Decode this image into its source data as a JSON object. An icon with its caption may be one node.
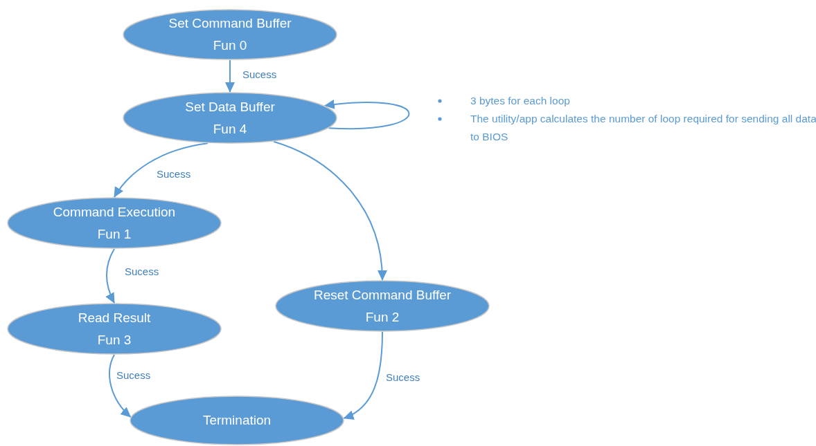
{
  "diagram": {
    "nodes": [
      {
        "text": [
          "Set Command Buffer",
          "Fun 0"
        ]
      },
      {
        "text": [
          "Set Data Buffer",
          "Fun 4"
        ]
      },
      {
        "text": [
          "Command Execution",
          "Fun 1"
        ]
      },
      {
        "text": [
          "Read Result",
          "Fun 3"
        ]
      },
      {
        "text": [
          "Reset Command Buffer",
          "Fun 2"
        ]
      },
      {
        "text": [
          "Termination"
        ]
      }
    ],
    "edges": [
      {
        "from": 0,
        "to": 1,
        "arrow": "to",
        "label": "Sucess"
      },
      {
        "from": 1,
        "to": 1,
        "arrow": "to"
      },
      {
        "from": 1,
        "to": 2,
        "arrow": "to",
        "label": "Sucess"
      },
      {
        "from": 1,
        "to": 4,
        "arrow": "to"
      },
      {
        "from": 2,
        "to": 3,
        "arrow": "to",
        "label": "Sucess"
      },
      {
        "from": 3,
        "to": 5,
        "arrow": "to",
        "label": "Sucess"
      },
      {
        "from": 4,
        "to": 5,
        "arrow": "to",
        "label": "Sucess"
      }
    ],
    "labels": [
      "3 bytes for each loop",
      "The utility/app calculates the number of loop required for sending all data to BIOS"
    ]
  }
}
